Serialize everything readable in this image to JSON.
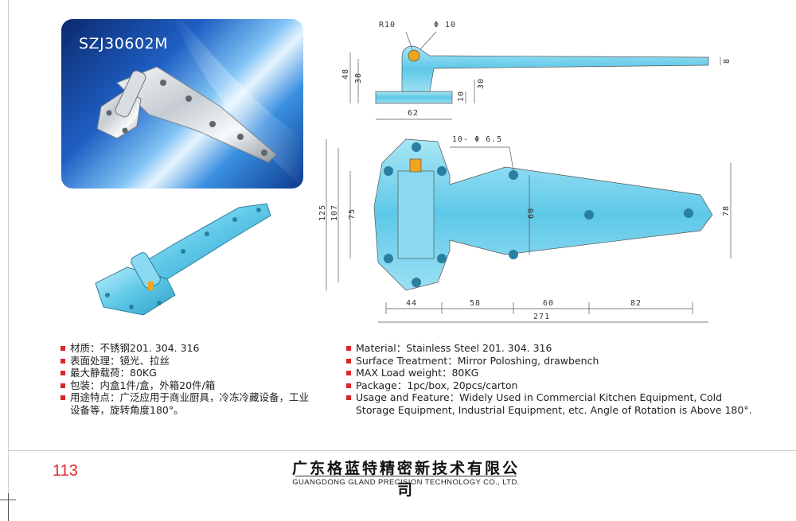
{
  "model": "SZJ30602M",
  "dimensions": {
    "r10": "R10",
    "d10": "Φ 10",
    "h48": "48",
    "h38": "38",
    "h30": "30",
    "h10": "10",
    "h8": "8",
    "w62": "62",
    "holes": "10- Φ 6.5",
    "v125": "125",
    "v107": "107",
    "v75": "75",
    "v60": "60",
    "v78": "78",
    "b44": "44",
    "b58": "58",
    "b60": "60",
    "b82": "82",
    "total": "271"
  },
  "specs_cn": [
    "材质：不锈钢201. 304. 316",
    "表面处理：镜光、拉丝",
    "最大静载荷：80KG",
    "包装：内盒1件/盒，外箱20件/箱",
    "用途特点：广泛应用于商业厨具，冷冻冷藏设备，工业设备等，旋转角度180°。"
  ],
  "specs_en": [
    "Material：Stainless Steel 201. 304. 316",
    "Surface Treatment：Mirror Poloshing, drawbench",
    "MAX Load weight：80KG",
    "Package：1pc/box,  20pcs/carton",
    "Usage and Feature：Widely Used in Commercial Kitchen Equipment, Cold Storage Equipment, Industrial Equipment, etc. Angle of Rotation is Above 180°."
  ],
  "page_number": "113",
  "company_cn": "广东格蓝特精密新技术有限公司",
  "company_en": "GUANGDONG GLAND PRECISION TECHNOLOGY CO., LTD.",
  "colors": {
    "accent_red": "#d8262c",
    "page_number": "#e02b2b",
    "drawing_fill": "#5ec8e8",
    "hero_blue": "#1f5fc4"
  }
}
